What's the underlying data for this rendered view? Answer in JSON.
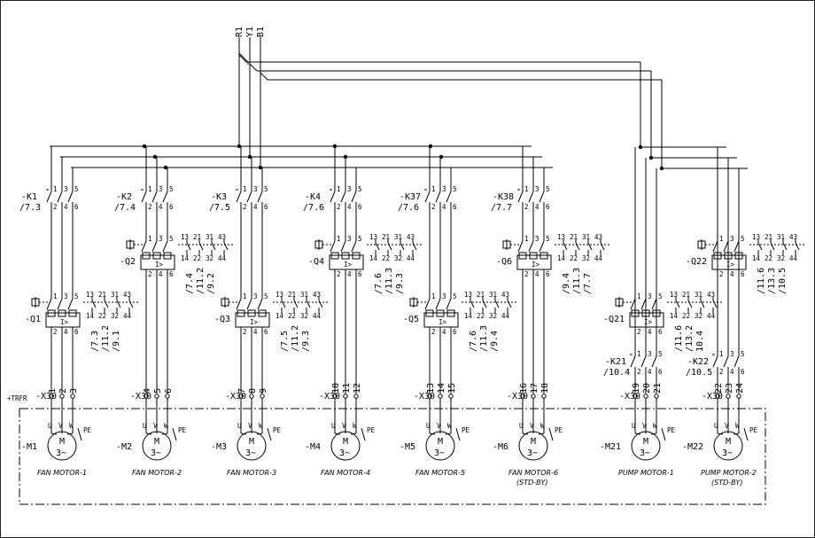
{
  "phases": [
    "R1",
    "Y1",
    "B1"
  ],
  "trfr_label": "+TRFR",
  "terminal_strip": "-X30",
  "pe_label": "PE",
  "motor_symbol": [
    "M",
    "3~"
  ],
  "uvw": [
    "U",
    "V",
    "W"
  ],
  "breaker_trip_glyph": "I>",
  "contact_numbers": {
    "main_top": [
      "1",
      "3",
      "5"
    ],
    "main_bottom": [
      "2",
      "4",
      "6"
    ],
    "aux_top": [
      "13",
      "21",
      "31",
      "43"
    ],
    "aux_bottom": [
      "14",
      "22",
      "32",
      "44"
    ]
  },
  "feeders": [
    {
      "contactor": "-K1",
      "contactor_ref": "/7.3",
      "breaker": "-Q1",
      "breaker_refs": [
        "/7.3",
        "/11.2",
        "/9.1"
      ],
      "terminals": [
        "1",
        "2",
        "3"
      ],
      "motor": "-M1",
      "name": [
        "FAN MOTOR-1"
      ]
    },
    {
      "contactor": "-K2",
      "contactor_ref": "/7.4",
      "breaker": "-Q2",
      "breaker_refs": [
        "/7.4",
        "/11.2",
        "/9.2"
      ],
      "terminals": [
        "4",
        "5",
        "6"
      ],
      "motor": "-M2",
      "name": [
        "FAN MOTOR-2"
      ]
    },
    {
      "contactor": "-K3",
      "contactor_ref": "/7.5",
      "breaker": "-Q3",
      "breaker_refs": [
        "/7.5",
        "/11.2",
        "/9.3"
      ],
      "terminals": [
        "7",
        "8",
        "9"
      ],
      "motor": "-M3",
      "name": [
        "FAN MOTOR-3"
      ]
    },
    {
      "contactor": "-K4",
      "contactor_ref": "/7.6",
      "breaker": "-Q4",
      "breaker_refs": [
        "/7.6",
        "/11.3",
        "/9.3"
      ],
      "terminals": [
        "10",
        "11",
        "12"
      ],
      "motor": "-M4",
      "name": [
        "FAN MOTOR-4"
      ]
    },
    {
      "contactor": "-K37",
      "contactor_ref": "/7.6",
      "breaker": "-Q5",
      "breaker_refs": [
        "/7.6",
        "/11.3",
        "/9.4"
      ],
      "terminals": [
        "13",
        "14",
        "15"
      ],
      "motor": "-M5",
      "name": [
        "FAN MOTOR-5"
      ]
    },
    {
      "contactor": "-K38",
      "contactor_ref": "/7.7",
      "breaker": "-Q6",
      "breaker_refs": [
        "/9.4",
        "/11.3",
        "/7.7"
      ],
      "terminals": [
        "16",
        "17",
        "18"
      ],
      "motor": "-M6",
      "name": [
        "FAN MOTOR-6",
        "(STD-BY)"
      ]
    },
    {
      "contactor": "-K21",
      "contactor_ref": "/10.4",
      "breaker": "-Q21",
      "breaker_refs": [
        "/11.6",
        "/13.2",
        "10.4"
      ],
      "terminals": [
        "19",
        "20",
        "21"
      ],
      "motor": "-M21",
      "name": [
        "PUMP MOTOR-1"
      ]
    },
    {
      "contactor": "-K22",
      "contactor_ref": "/10.5",
      "breaker": "-Q22",
      "breaker_refs": [
        "/11.6",
        "/13.3",
        "/10.5"
      ],
      "terminals": [
        "22",
        "23",
        "24"
      ],
      "motor": "-M22",
      "name": [
        "PUMP MOTOR-2",
        "(STD-BY)"
      ]
    }
  ]
}
